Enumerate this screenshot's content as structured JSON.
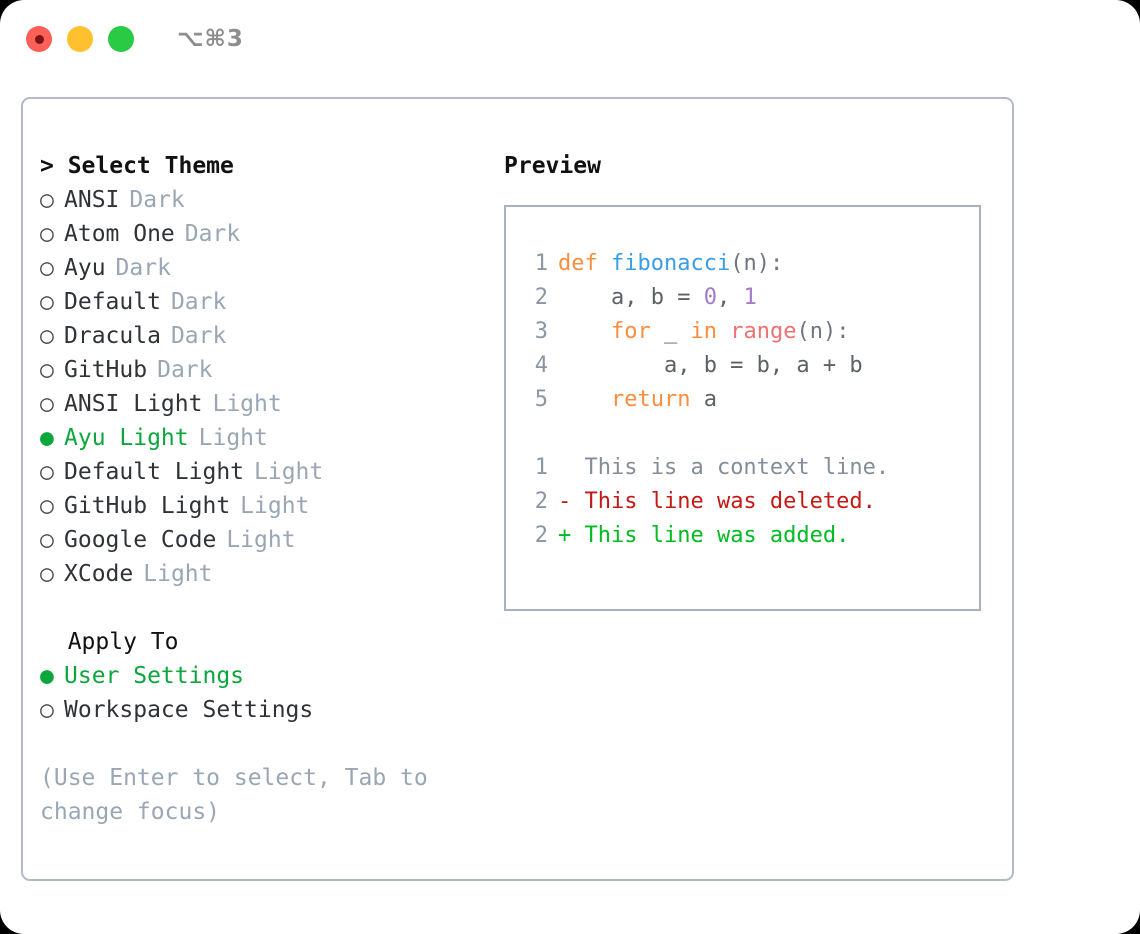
{
  "titlebar": {
    "shortcut": "⌥⌘3",
    "buttons": [
      {
        "name": "close",
        "color": "#fc6058"
      },
      {
        "name": "minimize",
        "color": "#fec02f"
      },
      {
        "name": "maximize",
        "color": "#2aca44"
      }
    ]
  },
  "theme_picker": {
    "header": "> Select Theme",
    "options": [
      {
        "bullet": "○",
        "label": "ANSI",
        "suffix": "Dark",
        "selected": false
      },
      {
        "bullet": "○",
        "label": "Atom One",
        "suffix": "Dark",
        "selected": false
      },
      {
        "bullet": "○",
        "label": "Ayu",
        "suffix": "Dark",
        "selected": false
      },
      {
        "bullet": "○",
        "label": "Default",
        "suffix": "Dark",
        "selected": false
      },
      {
        "bullet": "○",
        "label": "Dracula",
        "suffix": "Dark",
        "selected": false
      },
      {
        "bullet": "○",
        "label": "GitHub",
        "suffix": "Dark",
        "selected": false
      },
      {
        "bullet": "○",
        "label": "ANSI Light",
        "suffix": "Light",
        "selected": false
      },
      {
        "bullet": "●",
        "label": "Ayu Light",
        "suffix": "Light",
        "selected": true
      },
      {
        "bullet": "○",
        "label": "Default Light",
        "suffix": "Light",
        "selected": false
      },
      {
        "bullet": "○",
        "label": "GitHub Light",
        "suffix": "Light",
        "selected": false
      },
      {
        "bullet": "○",
        "label": "Google Code",
        "suffix": "Light",
        "selected": false
      },
      {
        "bullet": "○",
        "label": "XCode",
        "suffix": "Light",
        "selected": false
      }
    ]
  },
  "apply_to": {
    "header": "  Apply To",
    "options": [
      {
        "bullet": "●",
        "label": "User Settings",
        "selected": true
      },
      {
        "bullet": "○",
        "label": "Workspace Settings",
        "selected": false
      }
    ]
  },
  "hint": "(Use Enter to select, Tab to change focus)",
  "preview": {
    "title": "Preview",
    "code_lines": [
      {
        "num": "1",
        "tokens": [
          {
            "text": "def ",
            "cls": "t-kw"
          },
          {
            "text": "fibonacci",
            "cls": "t-fn"
          },
          {
            "text": "(n):",
            "cls": "t-punct"
          }
        ]
      },
      {
        "num": "2",
        "tokens": [
          {
            "text": "    a, b = ",
            "cls": "t-plain"
          },
          {
            "text": "0",
            "cls": "t-num"
          },
          {
            "text": ", ",
            "cls": "t-plain"
          },
          {
            "text": "1",
            "cls": "t-num"
          }
        ]
      },
      {
        "num": "3",
        "tokens": [
          {
            "text": "    ",
            "cls": "t-plain"
          },
          {
            "text": "for",
            "cls": "t-kw"
          },
          {
            "text": " _ ",
            "cls": "t-plain"
          },
          {
            "text": "in",
            "cls": "t-kw"
          },
          {
            "text": " ",
            "cls": "t-plain"
          },
          {
            "text": "range",
            "cls": "t-call"
          },
          {
            "text": "(n):",
            "cls": "t-punct"
          }
        ]
      },
      {
        "num": "4",
        "tokens": [
          {
            "text": "        a, b = b, a + b",
            "cls": "t-plain"
          }
        ]
      },
      {
        "num": "5",
        "tokens": [
          {
            "text": "    ",
            "cls": "t-plain"
          },
          {
            "text": "return",
            "cls": "t-kw"
          },
          {
            "text": " a",
            "cls": "t-plain"
          }
        ]
      }
    ],
    "diff_lines": [
      {
        "num": "1",
        "marker": " ",
        "text": " This is a context line.",
        "kind": "context"
      },
      {
        "num": "2",
        "marker": "-",
        "text": " This line was deleted.",
        "kind": "deleted"
      },
      {
        "num": "2",
        "marker": "+",
        "text": " This line was added.",
        "kind": "added"
      }
    ]
  },
  "colors": {
    "accent_green": "#0BA73C",
    "muted": "#9aa6b4",
    "keyword": "#FA8D3E",
    "function": "#399EE6",
    "call": "#F07171",
    "number": "#A37ACC",
    "diff_deleted": "#C41A16",
    "diff_added": "#00BB22",
    "panel_border": "#b2bac6"
  }
}
